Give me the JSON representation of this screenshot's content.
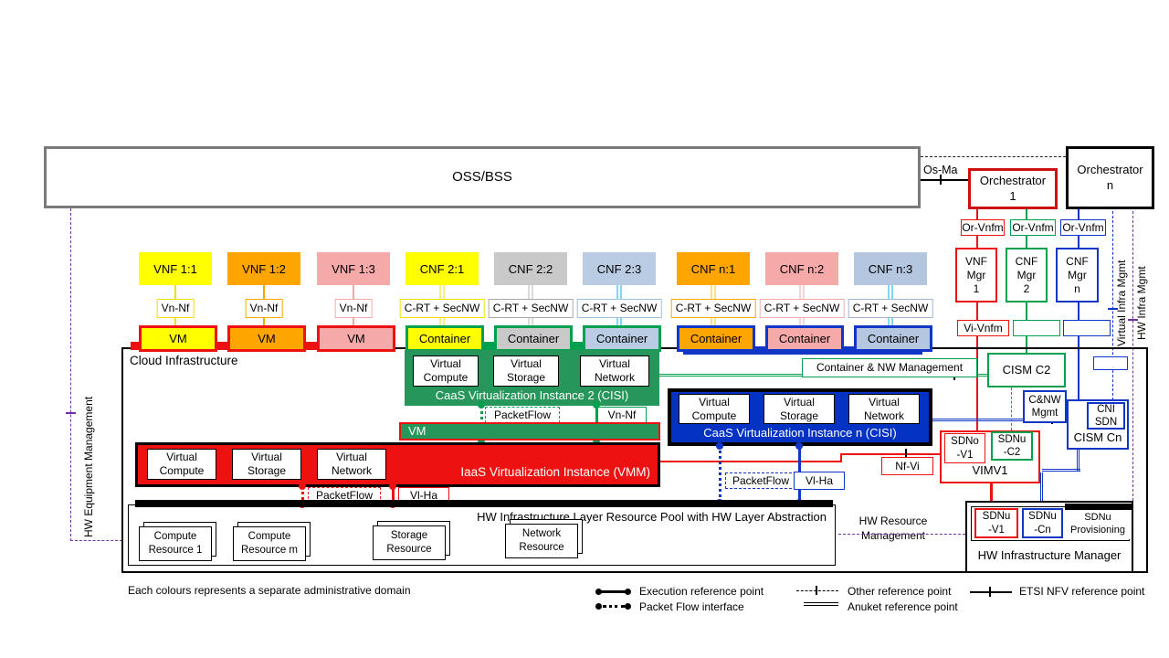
{
  "colors": {
    "red": "#ee1111",
    "green": "#00a14e",
    "green_fill": "#27965a",
    "blue": "#1036c8",
    "blue_fill": "#0433c4",
    "cyan": "#00b0f0",
    "purple": "#7030a0",
    "yellow": "#ffff00",
    "orange": "#ffa500",
    "pink": "#f5a9a9",
    "gray": "#c9c9c9",
    "steel_blue": "#b9cce4",
    "oss_border": "#7a7a7a"
  },
  "top": {
    "oss_bss": "OSS/BSS",
    "os_ma": "Os-Ma",
    "orch1": "Orchestrator\n1",
    "orchn": "Orchestrator\nn",
    "or_vnfm": "Or-Vnfm",
    "vnf_mgr1": "VNF\nMgr\n1",
    "cnf_mgr2": "CNF\nMgr\n2",
    "cnf_mgrn": "CNF\nMgr\nn",
    "vi_vnfm": "Vi-Vnfm"
  },
  "columns": [
    {
      "nf": "VNF 1:1",
      "ref": "Vn-Nf",
      "unit": "VM"
    },
    {
      "nf": "VNF 1:2",
      "ref": "Vn-Nf",
      "unit": "VM"
    },
    {
      "nf": "VNF 1:3",
      "ref": "Vn-Nf",
      "unit": "VM"
    },
    {
      "nf": "CNF 2:1",
      "ref": "C-RT + SecNW",
      "unit": "Container"
    },
    {
      "nf": "CNF 2:2",
      "ref": "C-RT + SecNW",
      "unit": "Container"
    },
    {
      "nf": "CNF 2:3",
      "ref": "C-RT + SecNW",
      "unit": "Container"
    },
    {
      "nf": "CNF n:1",
      "ref": "C-RT + SecNW",
      "unit": "Container"
    },
    {
      "nf": "CNF n:2",
      "ref": "C-RT + SecNW",
      "unit": "Container"
    },
    {
      "nf": "CNF n:3",
      "ref": "C-RT + SecNW",
      "unit": "Container"
    }
  ],
  "cloud": {
    "label": "Cloud Infrastructure",
    "virtual_compute": "Virtual\nCompute",
    "virtual_storage": "Virtual\nStorage",
    "virtual_network": "Virtual\nNetwork",
    "caas2_title": "CaaS Virtualization Instance 2 (CISI)",
    "caasn_title": "CaaS Virtualization Instance n (CISI)",
    "iaas_title": "IaaS Virtualization Instance (VMM)",
    "vm_bar": "VM"
  },
  "ifaces": {
    "packetflow": "PacketFlow",
    "vn_nf": "Vn-Nf",
    "vl_ha": "Vl-Ha",
    "nf_vi": "Nf-Vi",
    "container_nw": "Container & NW Management"
  },
  "right": {
    "cism_c2": "CISM C2",
    "cnw_mgmt": "C&NW\nMgmt",
    "cni_sdn": "CNI\nSDN",
    "cism_cn": "CISM Cn",
    "sdno_v1": "SDNo\n-V1",
    "sdnu_c2": "SDNu\n-C2",
    "vimv1": "VIMV1",
    "sdnu_v1": "SDNu\n-V1",
    "sdnu_cn": "SDNu\n-Cn",
    "sdnu_prov": "SDNu\nProvisioning",
    "hw_mgr": "HW Infrastructure Manager"
  },
  "hw_pool": {
    "title": "HW Infrastructure Layer Resource Pool with HW Layer Abstraction",
    "res1": "Compute\nResource 1",
    "res2": "Compute\nResource m",
    "res3": "Storage\nResource",
    "res4": "Network\nResource"
  },
  "sides": {
    "hw_equipment": "HW Equipment Management",
    "virtual_infra": "Virtual Infra Mgmt",
    "hw_infra": "HW Infra Mgmt",
    "hw_resource": "HW Resource\nManagement"
  },
  "footer": "Each colours represents a separate administrative domain",
  "legend": {
    "execution": "Execution reference point",
    "packet_flow": "Packet Flow interface",
    "other": "Other reference point",
    "anuket": "Anuket reference point",
    "etsi": "ETSI NFV reference point"
  }
}
